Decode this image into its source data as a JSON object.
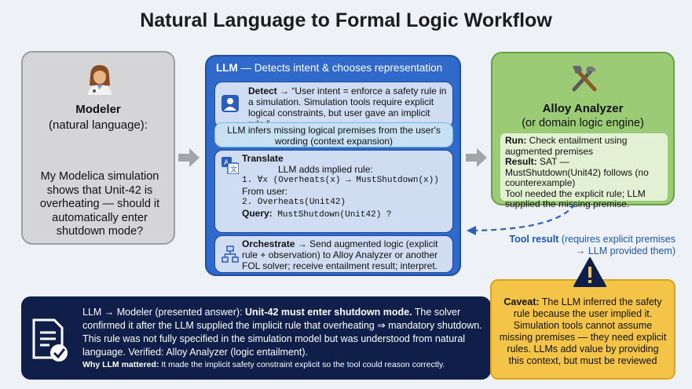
{
  "title": "Natural Language to Formal Logic Workflow",
  "modeler": {
    "title": "Modeler",
    "subtitle": "(natural language):",
    "question": "My Modelica simulation shows that Unit-42 is overheating — should it automatically enter shutdown mode?"
  },
  "llm": {
    "head_bold": "LLM",
    "head_rest": " — Detects intent & chooses representation",
    "detect_label": "Detect",
    "detect_text": " → “User intent = enforce a safety rule in a simulation. Simulation tools require explicit logical constraints, but user gave an implicit rule.”",
    "infer_text": "LLM infers missing logical premises from the user's wording (context expansion)",
    "translate_label": "Translate",
    "translate_line1": "LLM adds implied rule:",
    "translate_line2": "1. ∀x (Overheats(x) → MustShutdown(x))",
    "translate_line3": "From user:",
    "translate_line4": "2. Overheats(Unit42)",
    "query_label": "Query:",
    "query_text": " MustShutdown(Unit42) ?",
    "orchestrate_label": "Orchestrate",
    "orchestrate_text": " → Send augmented logic (explicit rule + observation) to Alloy Analyzer or another FOL solver; receive entailment result; interpret."
  },
  "alloy": {
    "title": "Alloy Analyzer",
    "subtitle": "(or domain logic engine)",
    "run_label": "Run:",
    "run_text": " Check entailment using augmented premises",
    "result_label": "Result:",
    "result_text": " SAT — MustShutdown(Unit42) follows (no counterexample)",
    "note": "Tool needed the explicit rule; LLM supplied the missing premise."
  },
  "tool_result": {
    "label": "Tool result",
    "text": " (requires explicit premises → LLM provided them)"
  },
  "answer": {
    "prefix": "LLM → Modeler (presented answer): ",
    "bold": "Unit-42 must enter shutdown mode.",
    "rest": " The solver confirmed it after the LLM supplied the implicit rule that overheating ⇒ mandatory shutdown. This rule was not fully specified in the simulation model but was understood from natural language. Verified: Alloy Analyzer (logic entailment).",
    "why_label": "Why LLM mattered:",
    "why_text": " It made the implicit safety constraint explicit so the tool could reason correctly."
  },
  "caveat": {
    "label": "Caveat:",
    "text": " The LLM inferred the safety rule because the user implied it. Simulation tools cannot assume missing premises — they need explicit rules. LLMs add value by providing this context, but must be reviewed"
  }
}
